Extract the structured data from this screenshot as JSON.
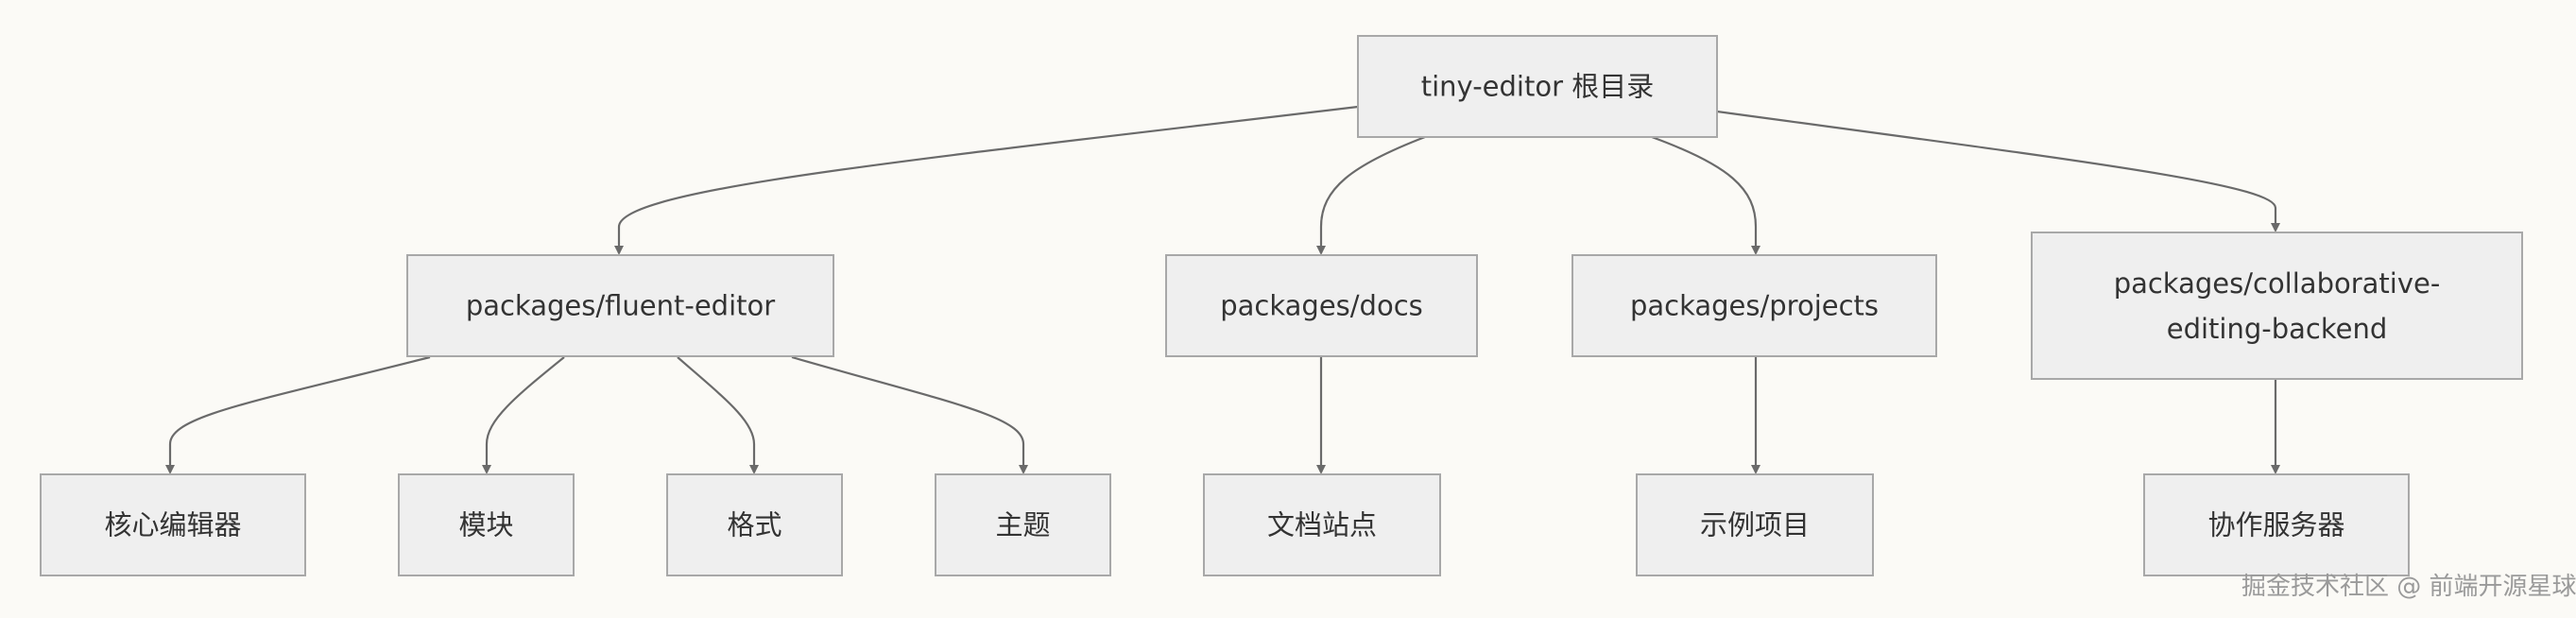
{
  "nodes": {
    "root": "tiny-editor 根目录",
    "fluent_editor": "packages/fluent-editor",
    "docs": "packages/docs",
    "projects": "packages/projects",
    "collab": [
      "packages/collaborative-",
      "editing-backend"
    ],
    "core_editor": "核心编辑器",
    "modules": "模块",
    "formats": "格式",
    "themes": "主题",
    "doc_site": "文档站点",
    "example_projects": "示例项目",
    "collab_server": "协作服务器"
  },
  "edges": [
    [
      "root",
      "fluent_editor"
    ],
    [
      "root",
      "docs"
    ],
    [
      "root",
      "projects"
    ],
    [
      "root",
      "collab"
    ],
    [
      "fluent_editor",
      "core_editor"
    ],
    [
      "fluent_editor",
      "modules"
    ],
    [
      "fluent_editor",
      "formats"
    ],
    [
      "fluent_editor",
      "themes"
    ],
    [
      "docs",
      "doc_site"
    ],
    [
      "projects",
      "example_projects"
    ],
    [
      "collab",
      "collab_server"
    ]
  ],
  "watermark": "掘金技术社区 @ 前端开源星球"
}
